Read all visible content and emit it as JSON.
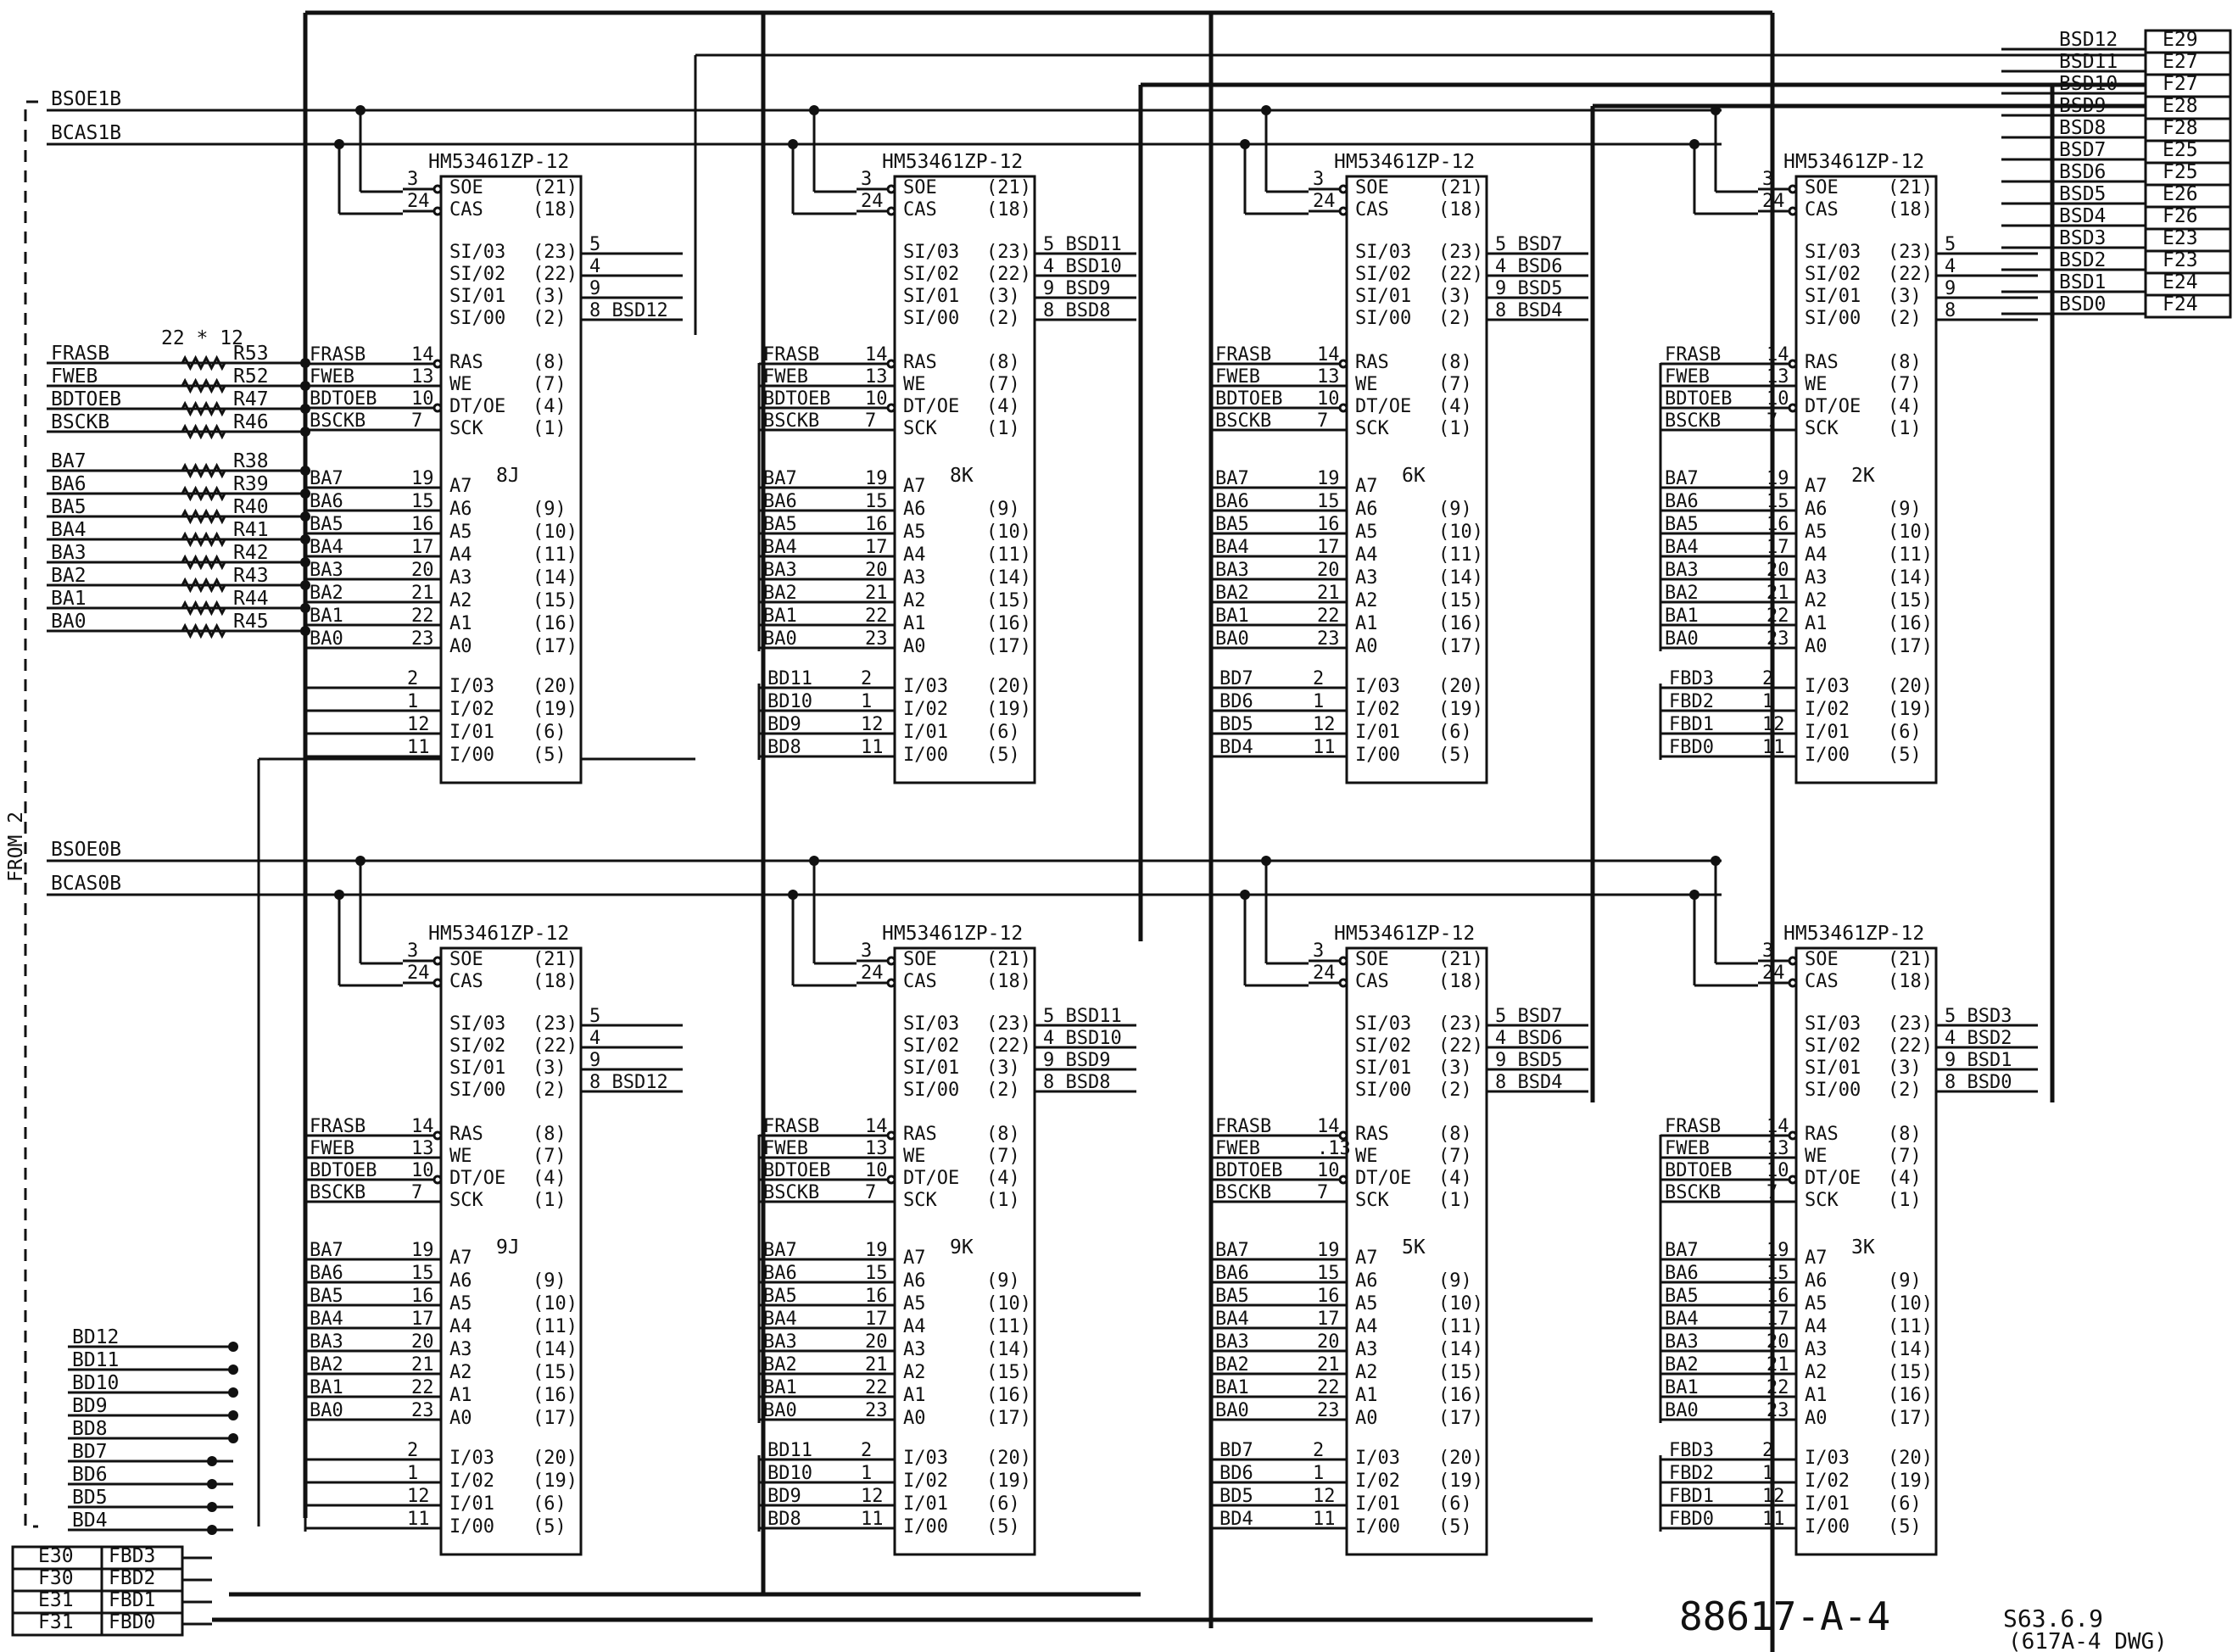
{
  "title_block": {
    "drawing_no": "88617-A-4",
    "date": "S63.6.9",
    "file": "(617A-4 DWG)"
  },
  "from_label": "FROM 2",
  "left_bus": {
    "top_signals": [
      "BSOE1B",
      "BCAS1B"
    ],
    "bottom_signals": [
      "BSOE0B",
      "BCAS0B"
    ],
    "resistor_note": "22 * 12",
    "ctrl_in": [
      {
        "sig": "FRASB",
        "r": "R53"
      },
      {
        "sig": "FWEB",
        "r": "R52"
      },
      {
        "sig": "BDTOEB",
        "r": "R47"
      },
      {
        "sig": "BSCKB",
        "r": "R46"
      }
    ],
    "addr_in": [
      {
        "sig": "BA7",
        "r": "R38"
      },
      {
        "sig": "BA6",
        "r": "R39"
      },
      {
        "sig": "BA5",
        "r": "R40"
      },
      {
        "sig": "BA4",
        "r": "R41"
      },
      {
        "sig": "BA3",
        "r": "R42"
      },
      {
        "sig": "BA2",
        "r": "R43"
      },
      {
        "sig": "BA1",
        "r": "R44"
      },
      {
        "sig": "BA0",
        "r": "R45"
      }
    ],
    "bd_in": [
      "BD12",
      "BD11",
      "BD10",
      "BD9",
      "BD8",
      "BD7",
      "BD6",
      "BD5",
      "BD4"
    ]
  },
  "connector_bl": [
    {
      "pin": "E30",
      "sig": "FBD3"
    },
    {
      "pin": "F30",
      "sig": "FBD2"
    },
    {
      "pin": "E31",
      "sig": "FBD1"
    },
    {
      "pin": "F31",
      "sig": "FBD0"
    }
  ],
  "connector_tr": [
    {
      "sig": "BSD12",
      "pin": "E29"
    },
    {
      "sig": "BSD11",
      "pin": "E27"
    },
    {
      "sig": "BSD10",
      "pin": "F27"
    },
    {
      "sig": "BSD9",
      "pin": "E28"
    },
    {
      "sig": "BSD8",
      "pin": "F28"
    },
    {
      "sig": "BSD7",
      "pin": "E25"
    },
    {
      "sig": "BSD6",
      "pin": "F25"
    },
    {
      "sig": "BSD5",
      "pin": "E26"
    },
    {
      "sig": "BSD4",
      "pin": "F26"
    },
    {
      "sig": "BSD3",
      "pin": "E23"
    },
    {
      "sig": "BSD2",
      "pin": "F23"
    },
    {
      "sig": "BSD1",
      "pin": "E24"
    },
    {
      "sig": "BSD0",
      "pin": "F24"
    }
  ],
  "chip_pins": {
    "top": [
      {
        "name": "SOE",
        "num": "(21)",
        "pin": "3"
      },
      {
        "name": "CAS",
        "num": "(18)",
        "pin": "24"
      },
      {
        "name": "SI/03",
        "num": "(23)"
      },
      {
        "name": "SI/02",
        "num": "(22)"
      },
      {
        "name": "SI/01",
        "num": "(3)"
      },
      {
        "name": "SI/00",
        "num": "(2)"
      },
      {
        "name": "RAS",
        "num": "(8)"
      },
      {
        "name": "WE",
        "num": "(7)"
      },
      {
        "name": "DT/OE",
        "num": "(4)"
      },
      {
        "name": "SCK",
        "num": "(1)"
      }
    ],
    "addr": [
      {
        "name": "A7",
        "num": ""
      },
      {
        "name": "A6",
        "num": "(9)"
      },
      {
        "name": "A5",
        "num": "(10)"
      },
      {
        "name": "A4",
        "num": "(11)"
      },
      {
        "name": "A3",
        "num": "(14)"
      },
      {
        "name": "A2",
        "num": "(15)"
      },
      {
        "name": "A1",
        "num": "(16)"
      },
      {
        "name": "A0",
        "num": "(17)"
      }
    ],
    "io": [
      {
        "name": "I/03",
        "num": "(20)",
        "pin": "2"
      },
      {
        "name": "I/02",
        "num": "(19)",
        "pin": "1"
      },
      {
        "name": "I/01",
        "num": "(6)",
        "pin": "12"
      },
      {
        "name": "I/00",
        "num": "(5)",
        "pin": "11"
      }
    ],
    "ctrl": [
      {
        "sig": "FRASB",
        "pin": "14"
      },
      {
        "sig": "FWEB",
        "pin": "13"
      },
      {
        "sig": "BDTOEB",
        "pin": "10"
      },
      {
        "sig": "BSCKB",
        "pin": "7"
      }
    ],
    "addr_sig": [
      {
        "sig": "BA7",
        "pin": "19"
      },
      {
        "sig": "BA6",
        "pin": "15"
      },
      {
        "sig": "BA5",
        "pin": "16"
      },
      {
        "sig": "BA4",
        "pin": "17"
      },
      {
        "sig": "BA3",
        "pin": "20"
      },
      {
        "sig": "BA2",
        "pin": "21"
      },
      {
        "sig": "BA1",
        "pin": "22"
      },
      {
        "sig": "BA0",
        "pin": "23"
      }
    ]
  },
  "chips": [
    {
      "part": "HM53461ZP-12",
      "ref": "8J",
      "si": [
        "5",
        "4",
        "9",
        "8 BSD12"
      ],
      "io_sigs": [
        "",
        "",
        "",
        ""
      ],
      "fweb_pin": "13"
    },
    {
      "part": "HM53461ZP-12",
      "ref": "8K",
      "si": [
        "5 BSD11",
        "4 BSD10",
        "9 BSD9",
        "8 BSD8"
      ],
      "io_sigs": [
        "BD11",
        "BD10",
        "BD9",
        "BD8"
      ],
      "fweb_pin": "13"
    },
    {
      "part": "HM53461ZP-12",
      "ref": "6K",
      "si": [
        "5 BSD7",
        "4 BSD6",
        "9 BSD5",
        "8 BSD4"
      ],
      "io_sigs": [
        "BD7",
        "BD6",
        "BD5",
        "BD4"
      ],
      "fweb_pin": "13"
    },
    {
      "part": "HM53461ZP-12",
      "ref": "2K",
      "si": [
        "5",
        "4",
        "9",
        "8"
      ],
      "io_sigs": [
        "FBD3",
        "FBD2",
        "FBD1",
        "FBD0"
      ],
      "fweb_pin": "13"
    },
    {
      "part": "HM53461ZP-12",
      "ref": "9J",
      "si": [
        "5",
        "4",
        "9",
        "8 BSD12"
      ],
      "io_sigs": [
        "",
        "",
        "",
        ""
      ],
      "fweb_pin": "13"
    },
    {
      "part": "HM53461ZP-12",
      "ref": "9K",
      "si": [
        "5 BSD11",
        "4 BSD10",
        "9 BSD9",
        "8 BSD8"
      ],
      "io_sigs": [
        "BD11",
        "BD10",
        "BD9",
        "BD8"
      ],
      "fweb_pin": "13"
    },
    {
      "part": "HM53461ZP-12",
      "ref": "5K",
      "si": [
        "5 BSD7",
        "4 BSD6",
        "9 BSD5",
        "8 BSD4"
      ],
      "io_sigs": [
        "BD7",
        "BD6",
        "BD5",
        "BD4"
      ],
      "fweb_pin": ".13"
    },
    {
      "part": "HM53461ZP-12",
      "ref": "3K",
      "si": [
        "5 BSD3",
        "4 BSD2",
        "9 BSD1",
        "8 BSD0"
      ],
      "io_sigs": [
        "FBD3",
        "FBD2",
        "FBD1",
        "FBD0"
      ],
      "fweb_pin": "13"
    }
  ]
}
